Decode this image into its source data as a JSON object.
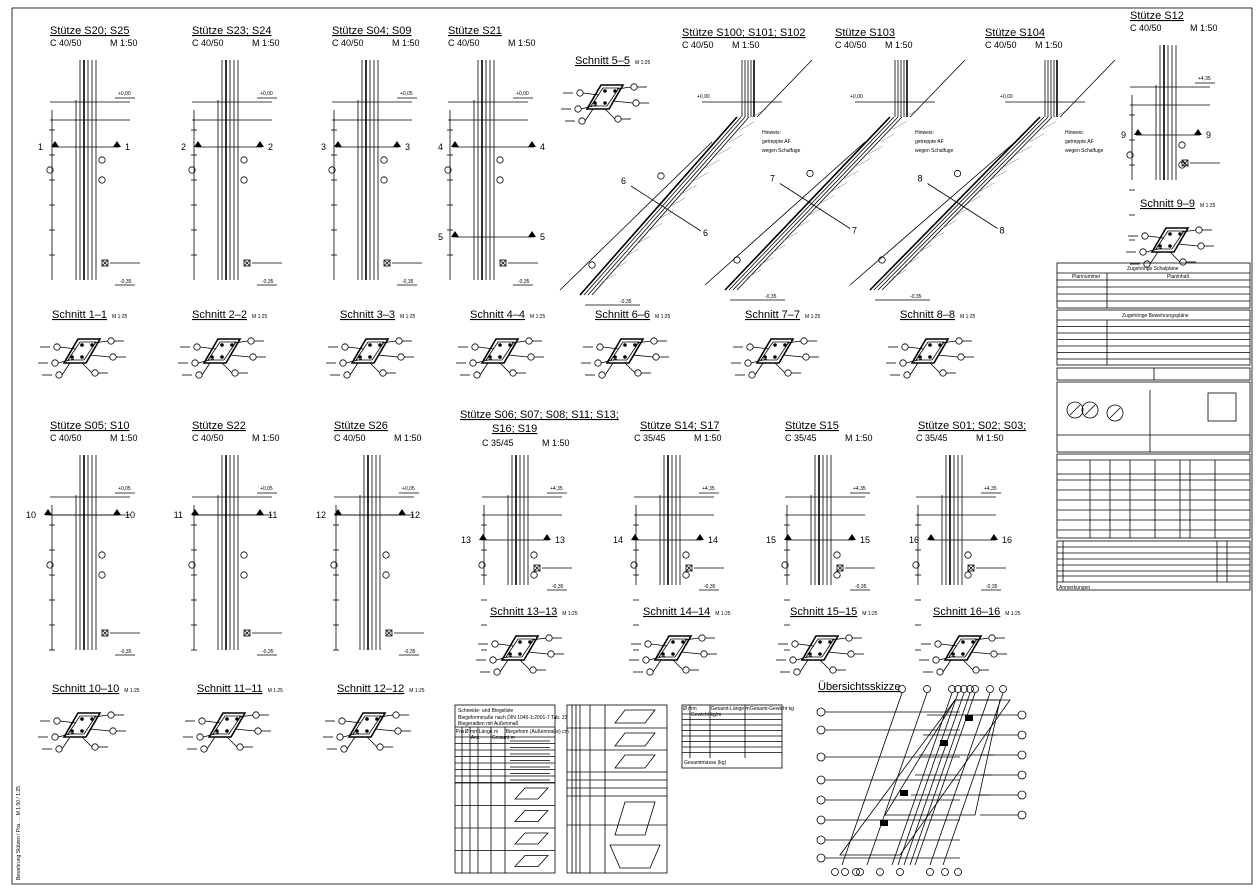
{
  "sheet": {
    "side_note": "Bewehrung Stützen / Pos. ... M 1:50 / 1:25"
  },
  "elevations_top": [
    {
      "title": "Stütze S20; S25",
      "concrete": "C 40/50",
      "scale": "M 1:50",
      "section": "1",
      "level_top": "+0,00",
      "level_bottom": "-0,35"
    },
    {
      "title": "Stütze S23; S24",
      "concrete": "C 40/50",
      "scale": "M 1:50",
      "section": "2",
      "level_top": "+0,00",
      "level_bottom": "-0,35"
    },
    {
      "title": "Stütze S04; S09",
      "concrete": "C 40/50",
      "scale": "M 1:50",
      "section": "3",
      "level_top": "+0,05",
      "level_bottom": "-0,35"
    },
    {
      "title": "Stütze S21",
      "concrete": "C 40/50",
      "scale": "M 1:50",
      "section": "4",
      "section2": "5",
      "level_top": "+0,00",
      "level_bottom": "-0,35"
    },
    {
      "title": "Stütze S12",
      "concrete": "C 40/50",
      "scale": "M 1:50",
      "section": "9",
      "level_top": "+4,35",
      "level_bottom": ""
    }
  ],
  "elevations_inclined": [
    {
      "title": "Stütze S100; S101; S102",
      "concrete": "C 40/50",
      "scale": "M 1:50",
      "section": "6",
      "level_top": "+0,00",
      "level_bottom": "-0,35",
      "note_title": "Hinweis:",
      "note_line1": "getreppte AF",
      "note_line2": "wegen Schalfuge"
    },
    {
      "title": "Stütze S103",
      "concrete": "C 40/50",
      "scale": "M 1:50",
      "section": "7",
      "level_top": "+0,00",
      "level_bottom": "-0,35",
      "note_title": "Hinweis:",
      "note_line1": "getreppte AF",
      "note_line2": "wegen Schalfuge"
    },
    {
      "title": "Stütze S104",
      "concrete": "C 40/50",
      "scale": "M 1:50",
      "section": "8",
      "level_top": "+0,00",
      "level_bottom": "-0,35",
      "note_title": "Hinweis:",
      "note_line1": "getreppte AF",
      "note_line2": "wegen Schalfuge"
    }
  ],
  "elevations_middle": [
    {
      "title": "Stütze S05; S10",
      "concrete": "C 40/50",
      "scale": "M 1:50",
      "section": "10",
      "level_top": "+0,05",
      "level_bottom": "-0,35"
    },
    {
      "title": "Stütze S22",
      "concrete": "C 40/50",
      "scale": "M 1:50",
      "section": "11",
      "level_top": "+0,05",
      "level_bottom": "-0,35"
    },
    {
      "title": "Stütze S26",
      "concrete": "C 40/50",
      "scale": "M 1:50",
      "section": "12",
      "level_top": "+0,05",
      "level_bottom": "-0,35"
    },
    {
      "title": "Stütze S06; S07; S08; S11; S13;",
      "title2": "S16; S19",
      "concrete": "C 35/45",
      "scale": "M 1:50",
      "section": "13",
      "level_top": "+4,35",
      "level_bottom": "-0,35"
    },
    {
      "title": "Stütze S14; S17",
      "concrete": "C 35/45",
      "scale": "M 1:50",
      "section": "14",
      "level_top": "+4,35",
      "level_bottom": "-0,35"
    },
    {
      "title": "Stütze S15",
      "concrete": "C 35/45",
      "scale": "M 1:50",
      "section": "15",
      "level_top": "+4,35",
      "level_bottom": "-0,35"
    },
    {
      "title": "Stütze S01; S02; S03;",
      "concrete": "C 35/45",
      "scale": "M 1:50",
      "section": "16",
      "level_top": "+4,35",
      "level_bottom": "-0,35"
    }
  ],
  "sections": [
    {
      "label": "Schnitt 1–1",
      "scale": "M 1:25"
    },
    {
      "label": "Schnitt 2–2",
      "scale": "M 1:25"
    },
    {
      "label": "Schnitt 3–3",
      "scale": "M 1:25"
    },
    {
      "label": "Schnitt 4–4",
      "scale": "M 1:25"
    },
    {
      "label": "Schnitt 5–5",
      "scale": "M 1:25"
    },
    {
      "label": "Schnitt 6–6",
      "scale": "M 1:25"
    },
    {
      "label": "Schnitt 7–7",
      "scale": "M 1:25"
    },
    {
      "label": "Schnitt 8–8",
      "scale": "M 1:25"
    },
    {
      "label": "Schnitt 9–9",
      "scale": "M 1:25"
    },
    {
      "label": "Schnitt 10–10",
      "scale": "M 1:25"
    },
    {
      "label": "Schnitt 11–11",
      "scale": "M 1:25"
    },
    {
      "label": "Schnitt 12–12",
      "scale": "M 1:25"
    },
    {
      "label": "Schnitt 13–13",
      "scale": "M 1:25"
    },
    {
      "label": "Schnitt 14–14",
      "scale": "M 1:25"
    },
    {
      "label": "Schnitt 15–15",
      "scale": "M 1:25"
    },
    {
      "label": "Schnitt 16–16",
      "scale": "M 1:25"
    }
  ],
  "bending_schedule": {
    "title": "Schneide- und Biegeliste",
    "line1": "Biegeformmaße nach DIN 1045-1:2001-7 Tab. 23",
    "line2": "Biegeradien mit Außenmaß",
    "headers": [
      "Pos",
      "Ø mm",
      "Anz.",
      "Länge m",
      "Gesamt m",
      "Biegeform (Außenmaße) cm"
    ]
  },
  "weight_table": {
    "headers": [
      "Ø mm",
      "Gewicht kg/m",
      "Gesamt-Länge m",
      "Gesamt-Gewicht kg"
    ],
    "total_label": "Gesamtmasse (kg)"
  },
  "overview": {
    "title": "Übersichtsskizze"
  },
  "title_block": {
    "formwork_header": "Zugehörige Schalpläne",
    "col_plan_no": "Plannummer",
    "col_plan_content": "Planinhalt",
    "rebar_header": "Zugehörige Bewehrungspläne",
    "remarks": "Anmerkungen"
  }
}
